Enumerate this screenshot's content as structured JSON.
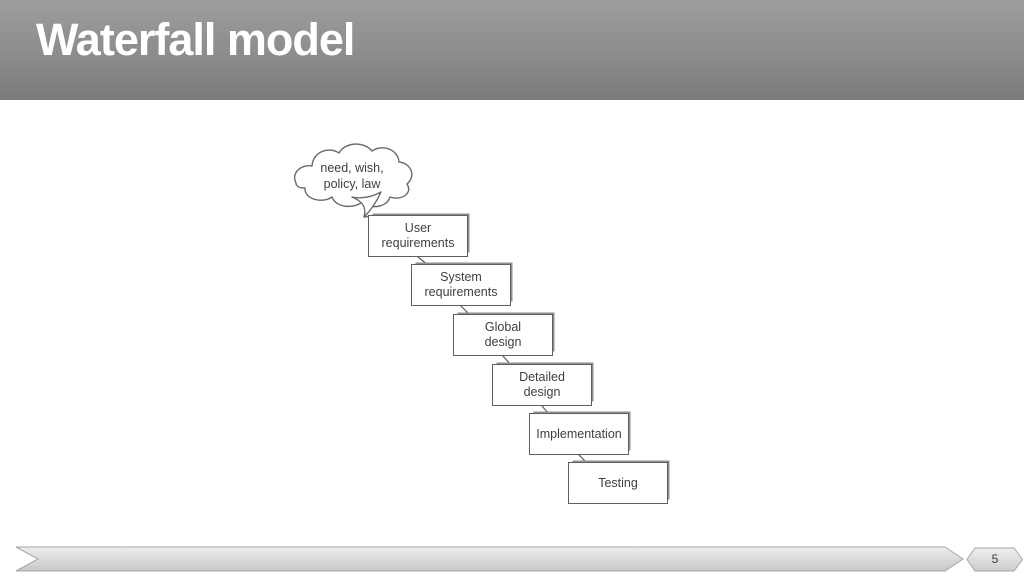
{
  "header": {
    "title": "Waterfall model"
  },
  "diagram": {
    "cloud": {
      "line1": "need, wish,",
      "line2": "policy, law"
    },
    "stages": [
      {
        "label": "User requirements",
        "line1": "User",
        "line2": "requirements"
      },
      {
        "label": "System requirements",
        "line1": "System",
        "line2": "requirements"
      },
      {
        "label": "Global design",
        "line1": "Global",
        "line2": "design"
      },
      {
        "label": "Detailed design",
        "line1": "Detailed",
        "line2": "design"
      },
      {
        "label": "Implementation",
        "line1": "Implementation",
        "line2": ""
      },
      {
        "label": "Testing",
        "line1": "Testing",
        "line2": ""
      }
    ]
  },
  "footer": {
    "page_number": "5"
  },
  "colors": {
    "header_gradient_top": "#9d9d9d",
    "header_gradient_bottom": "#7a7a7a",
    "title_text": "#ffffff",
    "box_border": "#5f5f5f",
    "box_shadow": "#8f8f8f",
    "diagram_text": "#3f3f3f",
    "ribbon_fill_top": "#eeeeee",
    "ribbon_fill_bottom": "#c7c7c7",
    "ribbon_border": "#a6a6a6"
  }
}
